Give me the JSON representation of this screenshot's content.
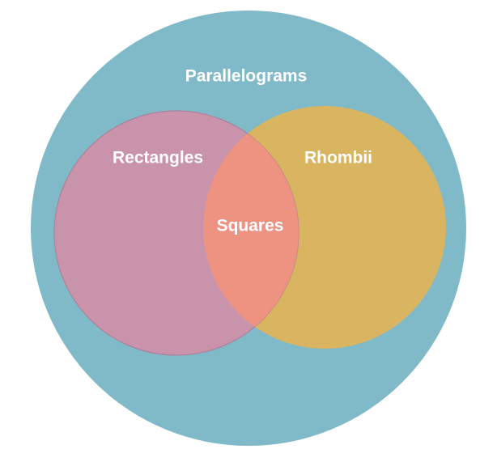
{
  "diagram": {
    "type": "venn",
    "sets": [
      {
        "label": "Parallelograms",
        "color": "#80bac8"
      },
      {
        "label": "Rectangles",
        "color": "#c994ab"
      },
      {
        "label": "Rhombii",
        "color": "#d9b562"
      }
    ],
    "intersection": {
      "label": "Squares",
      "color": "#ee9282"
    }
  }
}
